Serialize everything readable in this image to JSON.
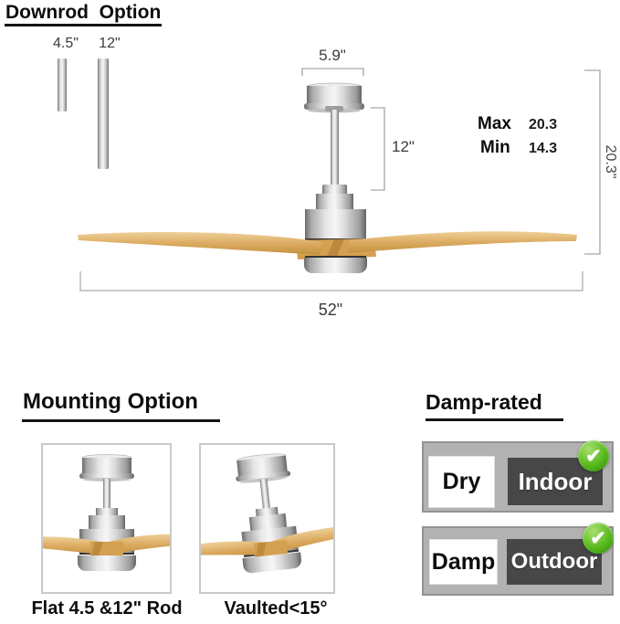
{
  "downrod_option": {
    "title": "Downrod  Option",
    "sizes": [
      {
        "label": "4.5\""
      },
      {
        "label": "12\""
      }
    ]
  },
  "fan_diagram": {
    "canopy_width_label": "5.9\"",
    "downrod_label": "12\"",
    "max_label": "Max",
    "max_value": "20.3",
    "min_label": "Min",
    "min_value": "14.3",
    "overall_height_label": "20.3\"",
    "blade_span_label": "52\""
  },
  "mounting_option": {
    "title": "Mounting Option",
    "options": [
      {
        "label": "Flat 4.5 &12\" Rod"
      },
      {
        "label": "Vaulted<15°"
      }
    ]
  },
  "damp_rated": {
    "title": "Damp-rated",
    "check_glyph": "✔",
    "rows": [
      {
        "condition": "Dry",
        "location": "Indoor",
        "checked": true
      },
      {
        "condition": "Damp",
        "location": "Outdoor",
        "checked": true
      }
    ]
  },
  "colors": {
    "wood": "#d8a75a",
    "metal_light": "#e8e8e8",
    "metal_dark": "#6b6b6b",
    "panel_gray": "#b2b2b2",
    "location_dark": "#474747",
    "check_green": "#4fb315",
    "measure_line": "#b5b5b5"
  }
}
